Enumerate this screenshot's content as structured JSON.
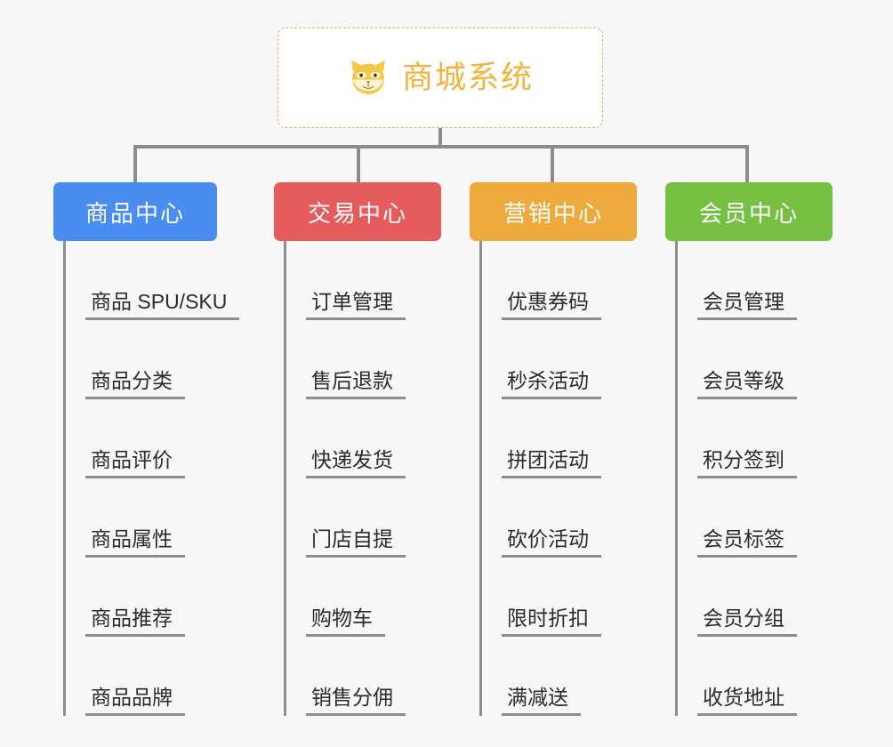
{
  "root": {
    "title": "商城系统",
    "logo_icon": "shiba-dog-face-icon",
    "border_color": "#f0ae4a",
    "title_color": "#f2b33d",
    "background": "#ffffff"
  },
  "canvas": {
    "background": "#f7f7f7",
    "connector_color": "#8c8c8c"
  },
  "branches": [
    {
      "label": "商品中心",
      "color": "#4a8df0",
      "items": [
        "商品 SPU/SKU",
        "商品分类",
        "商品评价",
        "商品属性",
        "商品推荐",
        "商品品牌"
      ]
    },
    {
      "label": "交易中心",
      "color": "#e65b5b",
      "items": [
        "订单管理",
        "售后退款",
        "快递发货",
        "门店自提",
        "购物车",
        "销售分佣"
      ]
    },
    {
      "label": "营销中心",
      "color": "#eeaa3c",
      "items": [
        "优惠券码",
        "秒杀活动",
        "拼团活动",
        "砍价活动",
        "限时折扣",
        "满减送"
      ]
    },
    {
      "label": "会员中心",
      "color": "#76c043",
      "items": [
        "会员管理",
        "会员等级",
        "积分签到",
        "会员标签",
        "会员分组",
        "收货地址"
      ]
    }
  ]
}
